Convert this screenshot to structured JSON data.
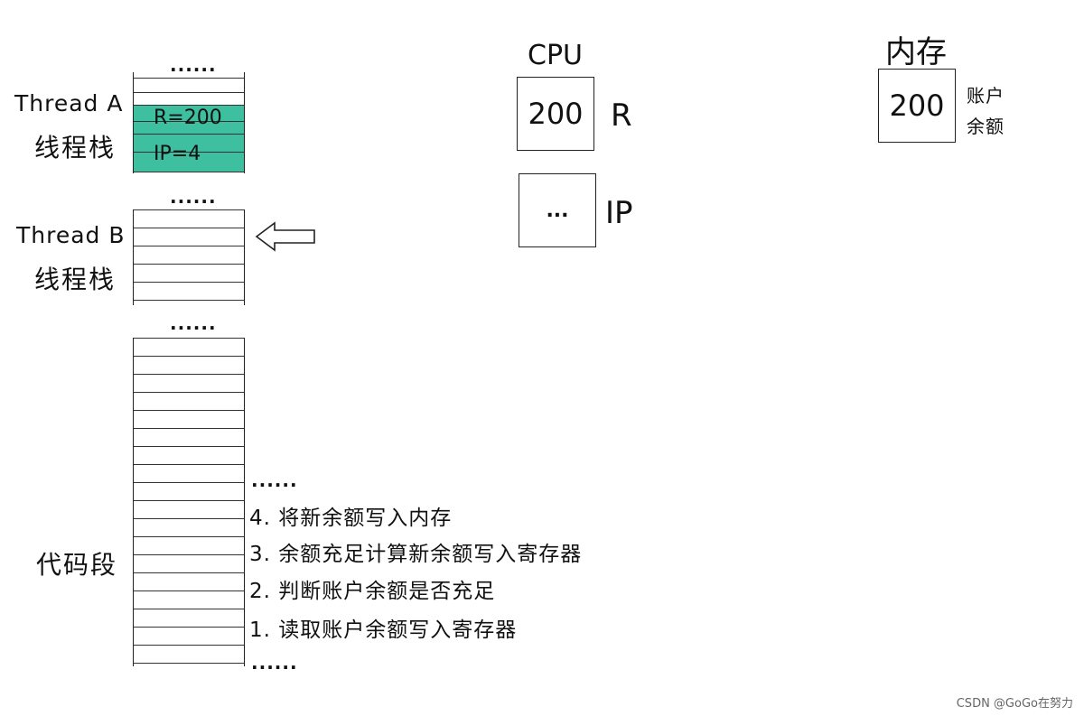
{
  "dots": "......",
  "thread_a": {
    "name": "Thread A",
    "stack_label": "线程栈",
    "cell1": "R=200",
    "cell2": "IP=4"
  },
  "thread_b": {
    "name": "Thread B",
    "stack_label": "线程栈"
  },
  "code_segment": {
    "label": "代码段"
  },
  "instructions": [
    "4. 将新余额写入内存",
    "3. 余额充足计算新余额写入寄存器",
    "2. 判断账户余额是否充足",
    "1. 读取账户余额写入寄存器"
  ],
  "cpu": {
    "title": "CPU",
    "r_value": "200",
    "r_label": "R",
    "ip_value": "...",
    "ip_label": "IP"
  },
  "memory": {
    "title": "内存",
    "value": "200",
    "label_line1": "账户",
    "label_line2": "余额"
  },
  "watermark": "CSDN @GoGo在努力",
  "colors": {
    "highlight": "#3dbfa0",
    "stroke": "#222222"
  },
  "icons": [
    "left-arrow-icon"
  ]
}
